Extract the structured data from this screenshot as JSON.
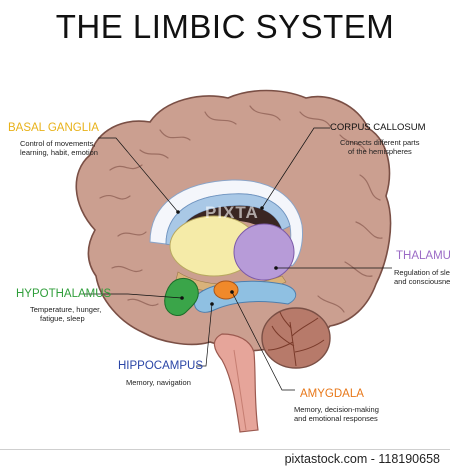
{
  "title": "THE LIMBIC SYSTEM",
  "labels": {
    "basal_ganglia": {
      "name": "BASAL GANGLIA",
      "desc1": "Control of movements,",
      "desc2": "learning, habit, emotion",
      "color": "#e8b21a"
    },
    "corpus_callosum": {
      "name": "CORPUS CALLOSUM",
      "desc1": "Connects different parts",
      "desc2": "of the hemispheres",
      "color": "#111111"
    },
    "thalamus": {
      "name": "THALAMUS",
      "desc1": "Regulation of sleep",
      "desc2": "and consciousness",
      "color": "#9b6bc6"
    },
    "hypothalamus": {
      "name": "HYPOTHALAMUS",
      "desc1": "Temperature, hunger,",
      "desc2": "fatigue, sleep",
      "color": "#2f9e3a"
    },
    "hippocampus": {
      "name": "HIPPOCAMPUS",
      "desc1": "Memory, navigation",
      "color": "#2a45a6"
    },
    "amygdala": {
      "name": "AMYGDALA",
      "desc1": "Memory, decision-making",
      "desc2": "and emotional responses",
      "color": "#e8781a"
    }
  },
  "watermark": "PIXTA",
  "footer": {
    "text": "pixtastock.com - 118190658"
  },
  "colors": {
    "cortex": "#cb9f90",
    "cortex_shade": "#b0837a",
    "basal_ganglia_fill": "#f5eba8",
    "thalamus_fill": "#b79bd8",
    "hypothalamus_fill": "#3aa549",
    "hippocampus_fill": "#8fc0e2",
    "amygdala_fill": "#f0892a",
    "cerebellum_fill": "#b77a6a"
  }
}
